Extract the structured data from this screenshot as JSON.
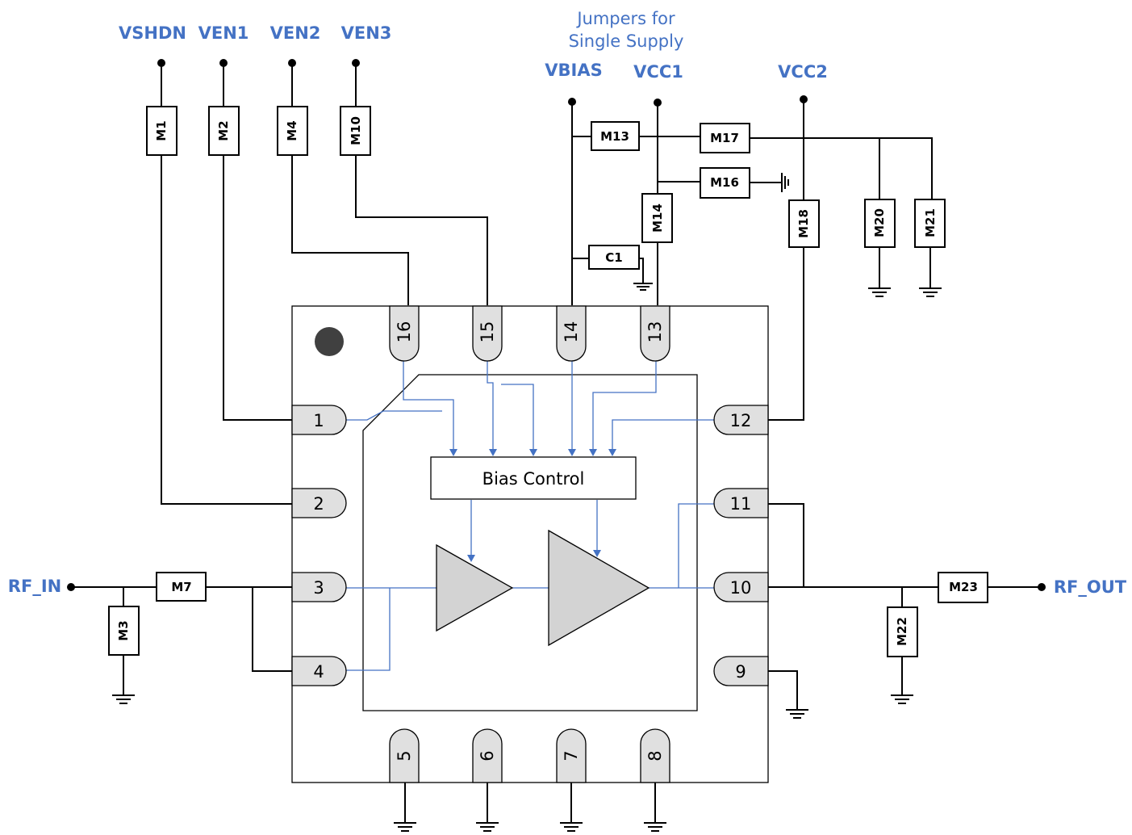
{
  "nets": {
    "vshdn": "VSHDN",
    "ven1": "VEN1",
    "ven2": "VEN2",
    "ven3": "VEN3",
    "vbias": "VBIAS",
    "vcc1": "VCC1",
    "vcc2": "VCC2",
    "rf_in": "RF_IN",
    "rf_out": "RF_OUT"
  },
  "note": {
    "line1": "Jumpers for",
    "line2": "Single Supply"
  },
  "components": {
    "m1": "M1",
    "m2": "M2",
    "m4": "M4",
    "m10": "M10",
    "m13": "M13",
    "m17": "M17",
    "m16": "M16",
    "m14": "M14",
    "m18": "M18",
    "m20": "M20",
    "m21": "M21",
    "c1": "C1",
    "m7": "M7",
    "m3": "M3",
    "m23": "M23",
    "m22": "M22"
  },
  "pins": {
    "p1": "1",
    "p2": "2",
    "p3": "3",
    "p4": "4",
    "p5": "5",
    "p6": "6",
    "p7": "7",
    "p8": "8",
    "p9": "9",
    "p10": "10",
    "p11": "11",
    "p12": "12",
    "p13": "13",
    "p14": "14",
    "p15": "15",
    "p16": "16"
  },
  "bias_block": "Bias Control"
}
